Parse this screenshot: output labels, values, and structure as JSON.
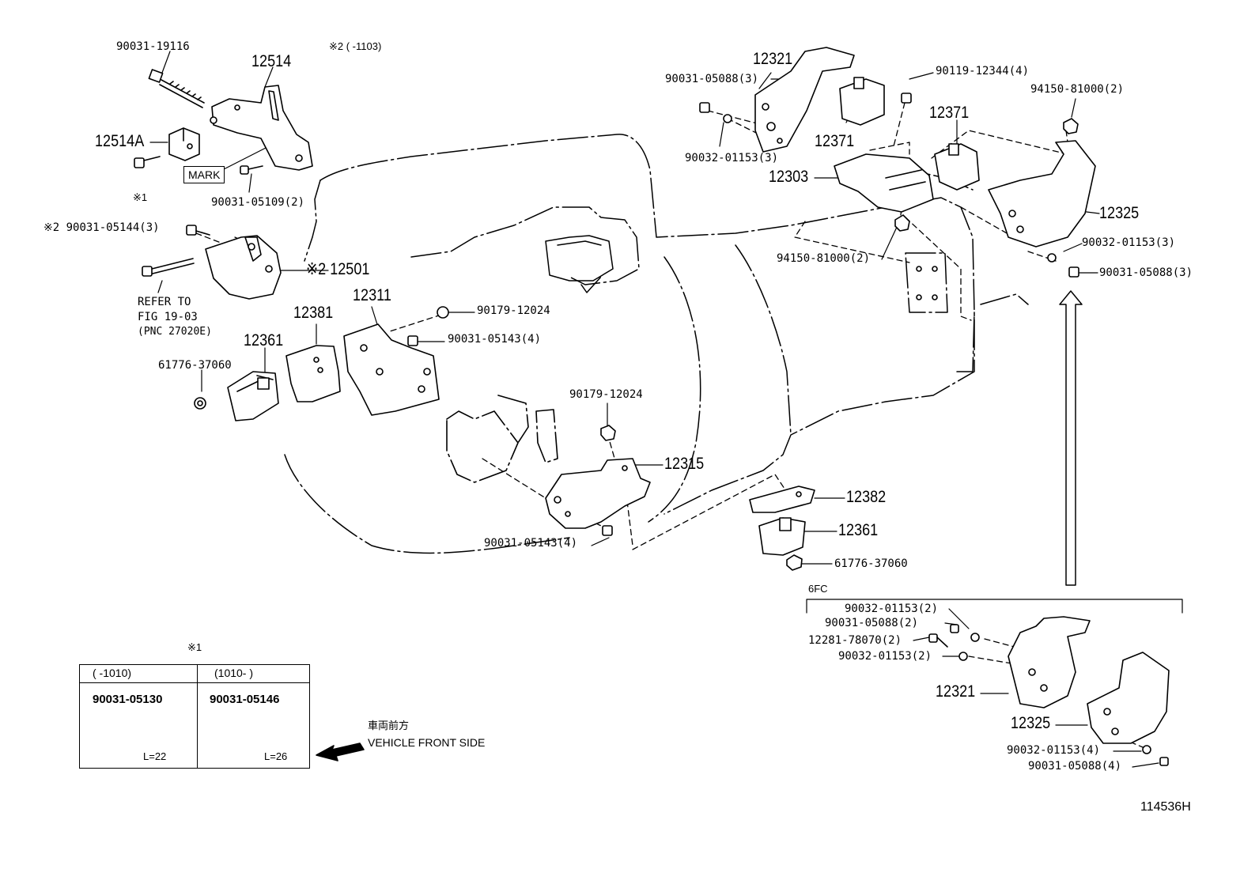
{
  "callouts": {
    "p90031_19116": "90031-19116",
    "note2_range": "※2 (     -1103)",
    "p12514": "12514",
    "p12514A": "12514A",
    "mark": "MARK",
    "note1_small": "※1",
    "p90031_05109": "90031-05109(2)",
    "p90031_05144": "※2 90031-05144(3)",
    "p12501": "※2 12501",
    "refer_line1": "REFER TO",
    "refer_line2": "FIG 19-03",
    "refer_line3": "(PNC 27020E)",
    "p12381": "12381",
    "p12311": "12311",
    "p12361_left": "12361",
    "p61776_left": "61776-37060",
    "p90179_upper": "90179-12024",
    "p90031_05143_upper": "90031-05143(4)",
    "p90179_lower": "90179-12024",
    "p12315": "12315",
    "p90031_05143_lower": "90031-05143(4)",
    "p12382": "12382",
    "p12361_right": "12361",
    "p61776_right": "61776-37060",
    "p90031_05088_top": "90031-05088(3)",
    "p12321_top": "12321",
    "p12371_a": "12371",
    "p90032_01153_top": "90032-01153(3)",
    "p12303": "12303",
    "p90119": "90119-12344(4)",
    "p12371_b": "12371",
    "p94150_top": "94150-81000(2)",
    "p94150_mid": "94150-81000(2)",
    "p12325_top": "12325",
    "p90032_01153_right": "90032-01153(3)",
    "p90031_05088_right": "90031-05088(3)",
    "grp_6fc": "6FC",
    "g_90032_a": "90032-01153(2)",
    "g_90031_a": "90031-05088(2)",
    "g_12281": "12281-78070(2)",
    "g_90032_b": "90032-01153(2)",
    "g_12321": "12321",
    "g_12325": "12325",
    "g_90032_c": "90032-01153(4)",
    "g_90031_c": "90031-05088(4)"
  },
  "inset": {
    "note": "※1",
    "left_header": "(    -1010)",
    "right_header": "(1010-    )",
    "left_part": "90031-05130",
    "right_part": "90031-05146",
    "left_length": "L=22",
    "right_length": "L=26"
  },
  "front": {
    "jp": "車両前方",
    "en": "VEHICLE FRONT SIDE"
  },
  "figure_id": "114536H"
}
